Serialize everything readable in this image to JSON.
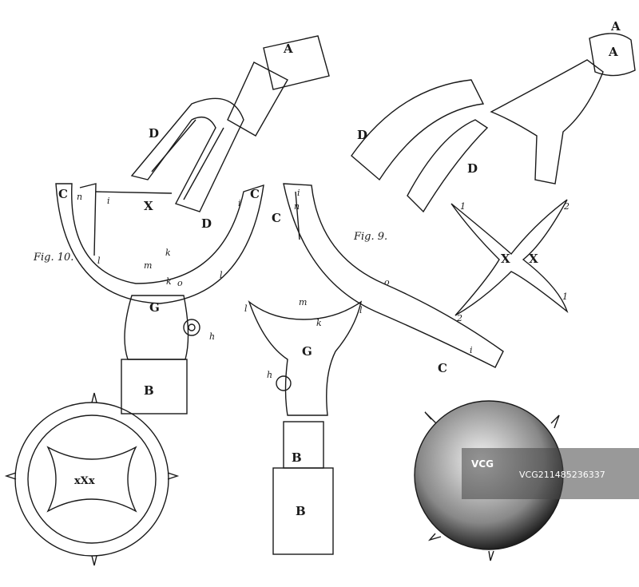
{
  "engraving": {
    "figure_labels": [
      "Fig. 10.",
      "Fig. 9."
    ],
    "letters": {
      "A": "A",
      "B": "B",
      "C": "C",
      "D": "D",
      "G": "G",
      "X": "X",
      "i": "i",
      "k": "k",
      "l": "l",
      "m": "m",
      "n": "n",
      "o": "o",
      "h": "h",
      "one": "1",
      "two": "2"
    },
    "plate_mark": "xXx"
  },
  "watermark": {
    "logo": "VCG",
    "text": "VCG211485236337"
  }
}
